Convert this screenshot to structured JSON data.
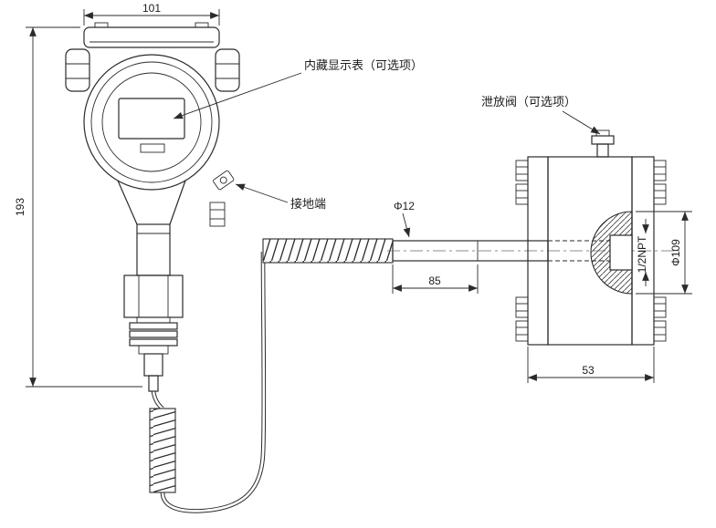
{
  "colors": {
    "line": "#2b2b2b",
    "background": "#ffffff"
  },
  "labels": {
    "display": "内藏显示表（可选项）",
    "ground": "接地端",
    "vent": "泄放阀（可选项）"
  },
  "dimensions": {
    "head_width": "101",
    "overall_height": "193",
    "probe_diameter": "Φ12",
    "probe_length": "85",
    "flange_diameter": "Φ109",
    "thread": "1/2NPT",
    "flange_width": "53"
  }
}
